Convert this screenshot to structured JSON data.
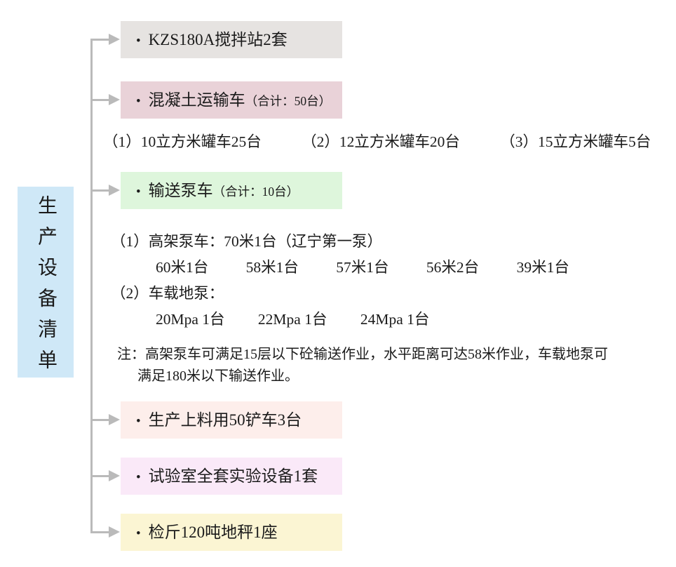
{
  "title": "生产设备清单",
  "bullet": "•",
  "nodes": {
    "mixing_station": {
      "label": "KZS180A搅拌站2套",
      "color": "#e6e3e1"
    },
    "mixer_trucks": {
      "label": "混凝土运输车",
      "count_note": "（合计：50台）",
      "color": "#e9d2d8"
    },
    "pump_trucks": {
      "label": "输送泵车",
      "count_note": "（合计：10台）",
      "color": "#def6dc"
    },
    "loader": {
      "label": "生产上料用50铲车3台",
      "color": "#fdeeeb"
    },
    "lab": {
      "label": "试验室全套实验设备1套",
      "color": "#fae9f8"
    },
    "scale": {
      "label": "检斤120吨地秤1座",
      "color": "#fbf5d3"
    }
  },
  "mixer_truck_types": [
    "（1）10立方米罐车25台",
    "（2）12立方米罐车20台",
    "（3）15立方米罐车5台"
  ],
  "pump_detail": {
    "boom_line": "（1）高架泵车：70米1台（辽宁第一泵）",
    "boom_sizes": [
      "60米1台",
      "58米1台",
      "57米1台",
      "56米2台",
      "39米1台"
    ],
    "trailer_line": "（2）车载地泵：",
    "trailer_pressures": [
      "20Mpa 1台",
      "22Mpa 1台",
      "24Mpa 1台"
    ],
    "note_line1": "注：高架泵车可满足15层以下砼输送作业，水平距离可达58米作业，车载地泵可",
    "note_line2": "满足180米以下输送作业。"
  },
  "colors": {
    "title_bg": "#cfe8f7",
    "connector": "#bababa",
    "text": "#1b1b1b",
    "background": "#ffffff"
  }
}
